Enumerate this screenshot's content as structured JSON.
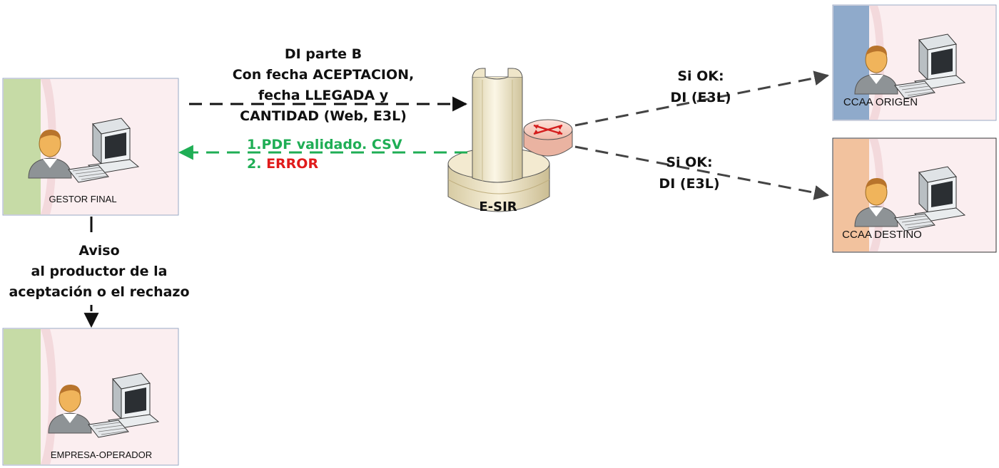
{
  "nodes": {
    "gestor_final": "GESTOR FINAL",
    "empresa_operador": "EMPRESA-OPERADOR",
    "ccaa_origen": "CCAA ORIGEN",
    "ccaa_destino": "CCAA DESTINO",
    "esir": "E-SIR"
  },
  "request_label": {
    "line1": "DI parte B",
    "line2": "Con fecha ACEPTACION,",
    "line3": "fecha LLEGADA y",
    "line4": "CANTIDAD (Web, E3L)"
  },
  "response_label": {
    "ok": "1.PDF validado. CSV",
    "error_prefix": "2. ",
    "error_word": "ERROR"
  },
  "origen_label": {
    "line1": "Si OK:",
    "line2": "DI (E3L)"
  },
  "destino_label": {
    "line1": "Si OK:",
    "line2": "DI (E3L)"
  },
  "aviso_label": {
    "line1": "Aviso",
    "line2": "al productor de la",
    "line3": "aceptación o el rechazo"
  },
  "colors": {
    "response_ok": "#1fae55",
    "response_error": "#e01b1b",
    "gestor_band": "#c6dba6",
    "origen_band": "#8faacb",
    "destino_band": "#f2c29e",
    "box_fill": "#fbeef0",
    "arrow_dark": "#111111",
    "arrow_grey": "#444444"
  },
  "icons": [
    "user-icon",
    "computer-icon",
    "router-icon",
    "server-tower-icon"
  ]
}
